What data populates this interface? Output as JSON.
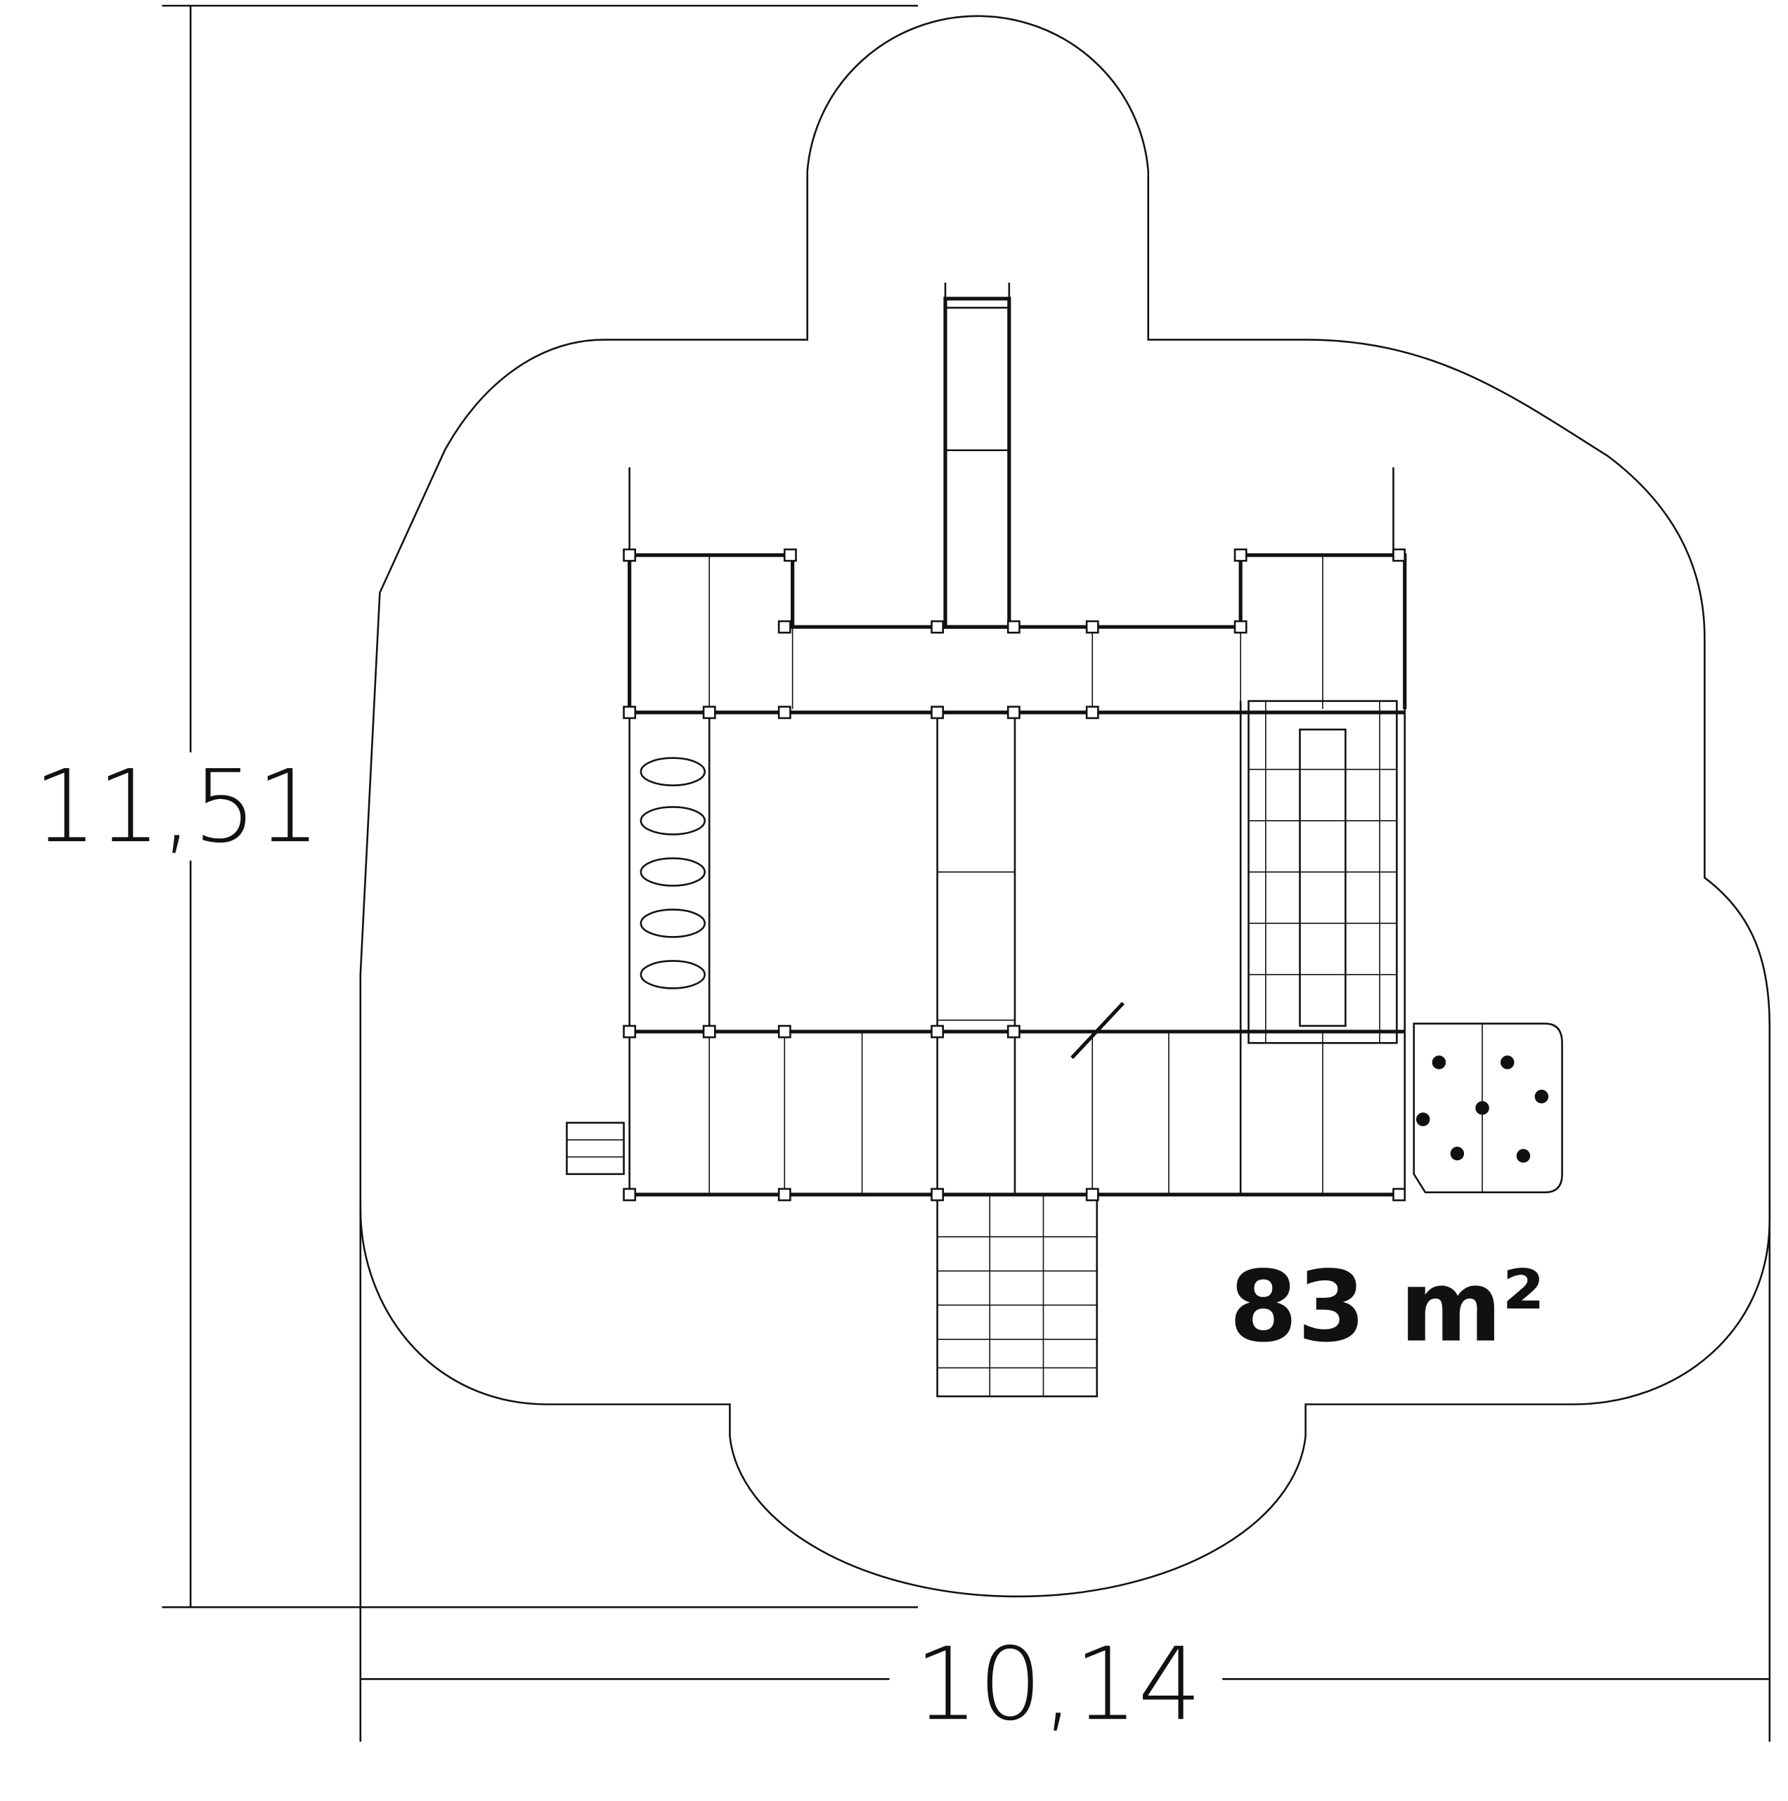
{
  "drawing": {
    "height_dimension": "11,51",
    "width_dimension": "10,14",
    "area_label": "83 m²"
  },
  "colors": {
    "line": "#111111",
    "background": "#ffffff"
  }
}
